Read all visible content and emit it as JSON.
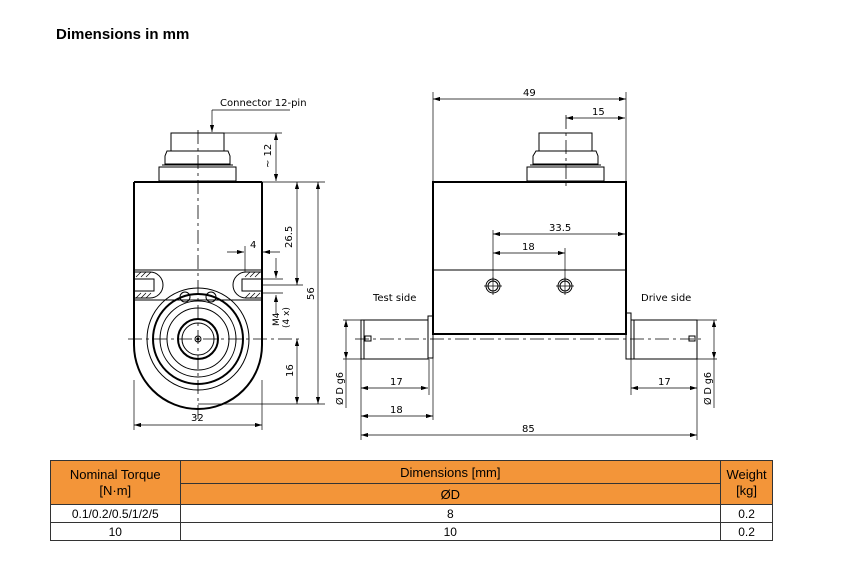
{
  "title": "Dimensions in mm",
  "drawing": {
    "front_view": {
      "connector_label": "Connector 12-pin",
      "dim_connector_height": "~ 12",
      "dim_upper": "26.5",
      "dim_slot": "4",
      "dim_total_height": "56",
      "thread_label_1": "M4",
      "thread_label_2": "(4 x)",
      "dim_lower": "16",
      "dim_width": "32"
    },
    "side_view": {
      "dim_body_length": "49",
      "dim_connector_offset": "15",
      "dim_hole_offset": "33.5",
      "dim_hole_spacing": "18",
      "test_side_label": "Test side",
      "drive_side_label": "Drive side",
      "dim_shaft_left": "17",
      "dim_shaft_right": "17",
      "dim_flange": "18",
      "dim_overall": "85",
      "dim_diameter_left": "Ø D g6",
      "dim_diameter_right": "Ø D g6"
    }
  },
  "table": {
    "header": {
      "col1_line1": "Nominal Torque",
      "col1_line2": "[N·m]",
      "col2": "Dimensions [mm]",
      "col2_sub": "ØD",
      "col3_line1": "Weight",
      "col3_line2": "[kg]"
    },
    "rows": [
      {
        "torque": "0.1/0.2/0.5/1/2/5",
        "diameter": "8",
        "weight": "0.2"
      },
      {
        "torque": "10",
        "diameter": "10",
        "weight": "0.2"
      }
    ],
    "header_color": "#f39539"
  }
}
